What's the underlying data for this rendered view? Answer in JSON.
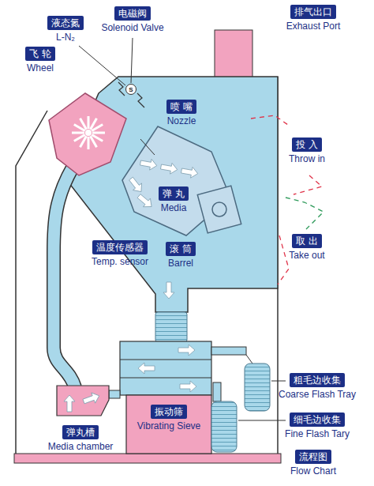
{
  "diagram": {
    "nodes": [
      {
        "text": [
          "液态氮",
          "L-N₂"
        ]
      },
      {
        "text": [
          "电磁阀",
          "Solenoid Valve"
        ]
      },
      {
        "text": [
          "排气出口",
          "Exhaust Port"
        ]
      },
      {
        "text": [
          "飞 轮",
          "Wheel"
        ]
      },
      {
        "text": [
          "喷 嘴",
          "Nozzle"
        ]
      },
      {
        "text": [
          "投 入",
          "Throw in"
        ]
      },
      {
        "text": [
          "弹 丸",
          "Media"
        ]
      },
      {
        "text": [
          "温度传感器",
          "Temp. sensor"
        ]
      },
      {
        "text": [
          "滚 筒",
          "Barrel"
        ]
      },
      {
        "text": [
          "取 出",
          "Take out"
        ]
      },
      {
        "text": [
          "粗毛边收集",
          "Coarse Flash Tray"
        ]
      },
      {
        "text": [
          "振动筛",
          "Vibrating Sieve"
        ]
      },
      {
        "text": [
          "细毛边收集",
          "Fine Flash Tary"
        ]
      },
      {
        "text": [
          "弹丸槽",
          "Media chamber"
        ]
      },
      {
        "text": [
          "流程图",
          "Flow Chart"
        ]
      }
    ],
    "labels": [
      "S"
    ]
  }
}
